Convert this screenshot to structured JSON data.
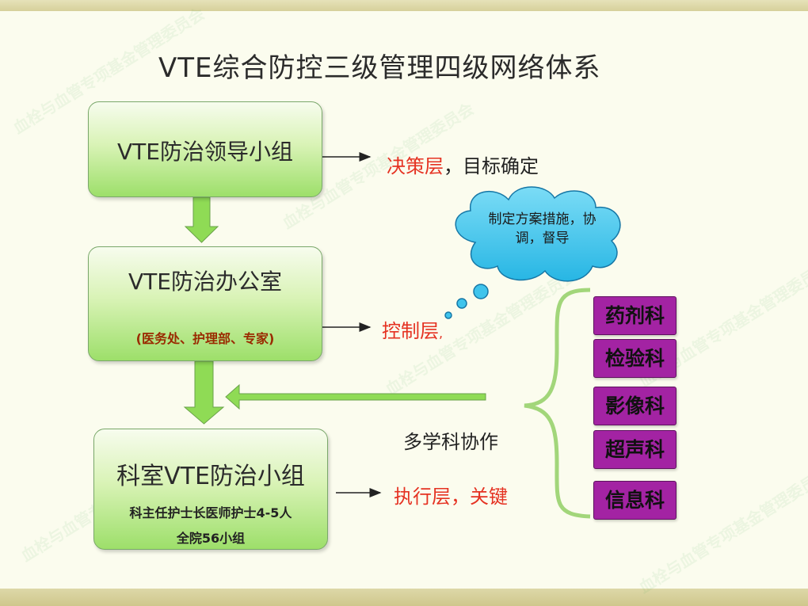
{
  "title": "VTE综合防控三级管理四级网络体系",
  "watermark": "血栓与血管专项基金管理委员会",
  "levels": [
    {
      "box_main": "VTE防治领导小组",
      "box_sub": "",
      "layer": "决策层",
      "layer_note": "，目标确定"
    },
    {
      "box_main": "VTE防治办公室",
      "box_sub": "(医务处、护理部、专家)",
      "layer": "控制层",
      "layer_note": ","
    },
    {
      "box_main": "科室VTE防治小组",
      "box_sub_lines": [
        "科主任护士长医师护士4-5人",
        "全院56小组"
      ],
      "layer": "执行层",
      "layer_note": "，关键"
    }
  ],
  "cloud_text": "制定方案措施，协调，督导",
  "collaboration_label": "多学科协作",
  "departments": [
    "药剂科",
    "检验科",
    "影像科",
    "超声科",
    "信息科"
  ],
  "colors": {
    "box_green": "#9ddf6a",
    "layer_red": "#e53222",
    "dept_purple": "#a323a3",
    "cloud_blue": "#3fc4ec",
    "brace_green": "#a2d67a",
    "arrow_green": "#8fdb55"
  }
}
